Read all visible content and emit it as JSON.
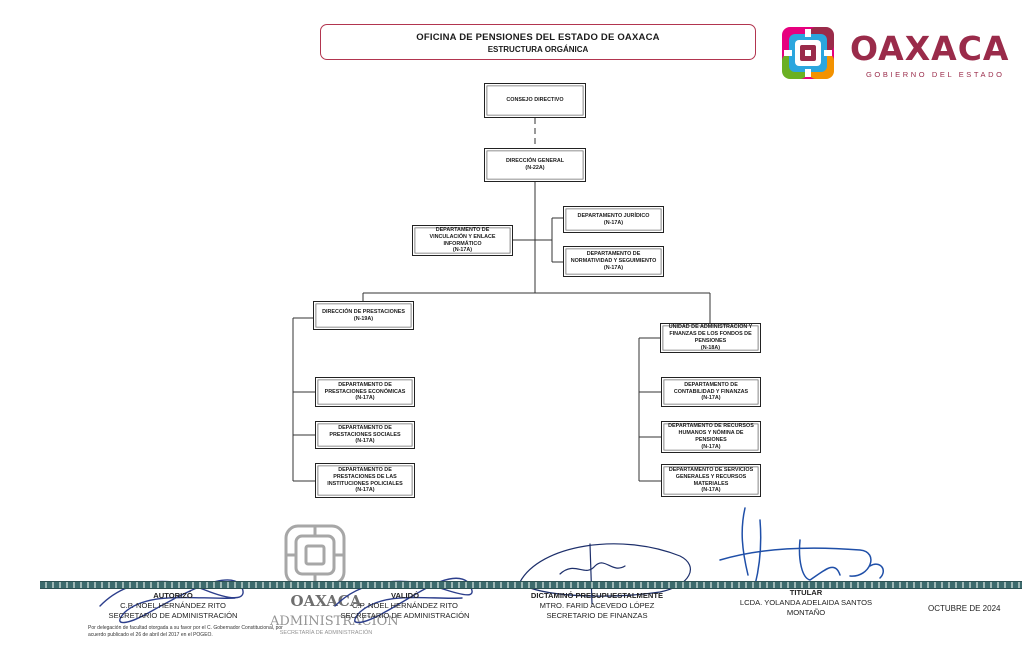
{
  "header": {
    "title": "OFICINA DE PENSIONES DEL ESTADO DE OAXACA",
    "subtitle": "ESTRUCTURA ORGÁNICA"
  },
  "logo": {
    "word": "OAXACA",
    "sub": "GOBIERNO DEL ESTADO",
    "colors": [
      "#e6007e",
      "#f39200",
      "#2ba6de",
      "#6ab023",
      "#9a2b4a"
    ]
  },
  "org": {
    "consejo": {
      "label": "CONSEJO DIRECTIVO",
      "code": ""
    },
    "direccion_general": {
      "label": "DIRECCIÓN GENERAL",
      "code": "(N-22A)"
    },
    "vinculacion": {
      "label": "DEPARTAMENTO DE VINCULACIÓN Y ENLACE INFORMÁTICO",
      "code": "(N-17A)"
    },
    "juridico": {
      "label": "DEPARTAMENTO JURÍDICO",
      "code": "(N-17A)"
    },
    "normatividad": {
      "label": "DEPARTAMENTO DE NORMATIVIDAD Y SEGUIMIENTO",
      "code": "(N-17A)"
    },
    "prestaciones": {
      "label": "DIRECCIÓN DE PRESTACIONES",
      "code": "(N-19A)"
    },
    "admin_finanzas": {
      "label": "UNIDAD DE ADMINISTRACIÓN Y FINANZAS DE LOS FONDOS DE PENSIONES",
      "code": "(N-18A)"
    },
    "prest_economicas": {
      "label": "DEPARTAMENTO DE PRESTACIONES ECONÓMICAS",
      "code": "(N-17A)"
    },
    "prest_sociales": {
      "label": "DEPARTAMENTO DE PRESTACIONES SOCIALES",
      "code": "(N-17A)"
    },
    "prest_policiales": {
      "label": "DEPARTAMENTO DE PRESTACIONES DE LAS INSTITUCIONES POLICIALES",
      "code": "(N-17A)"
    },
    "contabilidad": {
      "label": "DEPARTAMENTO DE CONTABILIDAD Y FINANZAS",
      "code": "(N-17A)"
    },
    "recursos_humanos": {
      "label": "DEPARTAMENTO DE RECURSOS HUMANOS Y NÓMINA DE PENSIONES",
      "code": "(N-17A)"
    },
    "servicios_generales": {
      "label": "DEPARTAMENTO DE SERVICIOS GENERALES Y RECURSOS MATERIALES",
      "code": "(N-17A)"
    }
  },
  "footer": {
    "autorizo": {
      "role": "AUTORIZÓ",
      "name": "C.P. NOEL HERNÁNDEZ RITO",
      "title": "SECRETARIO DE ADMINISTRACIÓN"
    },
    "valido": {
      "role": "VALIDÓ",
      "name": "C.P. NOEL HERNÁNDEZ RITO",
      "title": "SECRETARIO DE ADMINISTRACIÓN"
    },
    "dictamino": {
      "role": "DICTAMINÓ PRESUPUESTALMENTE",
      "name": "MTRO. FARID ACEVEDO LÓPEZ",
      "title": "SECRETARIO DE FINANZAS"
    },
    "titular": {
      "role": "TITULAR",
      "name": "LCDA. YOLANDA ADELAIDA SANTOS MONTAÑO",
      "title": ""
    },
    "date": "OCTUBRE DE 2024",
    "note": "Por delegación de facultad otorgada a su favor por el C. Gobernador Constitucional, por acuerdo publicado el 26 de abril del 2017 en el POGEO.",
    "seal_word": "OAXACA",
    "seal_sub": "ADMINISTRACIÓN",
    "seal_sub2": "SECRETARÍA DE ADMINISTRACIÓN"
  }
}
